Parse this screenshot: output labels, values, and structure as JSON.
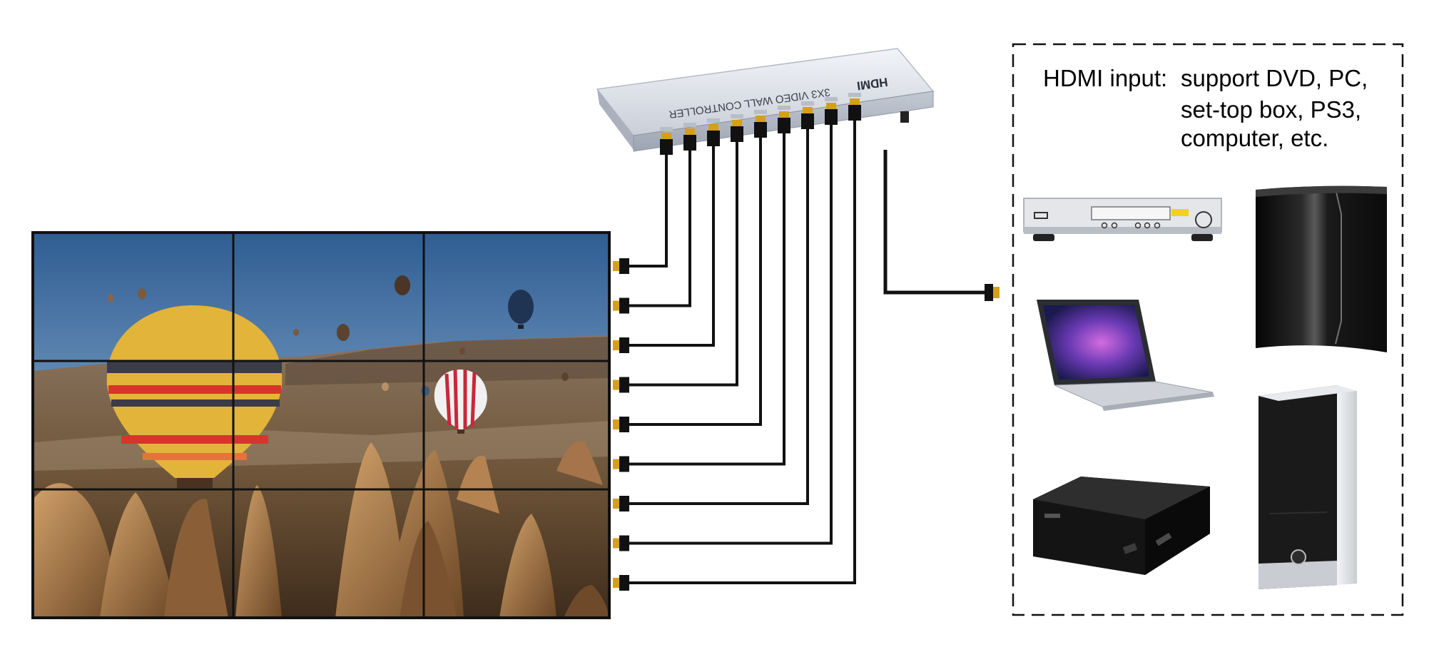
{
  "controller": {
    "device_name": "3X3 VIDEO WALL CONTROLLER",
    "brand": "HDMI",
    "output_port_count": 9
  },
  "video_wall": {
    "rows": 3,
    "columns": 3,
    "picture": "hot-air-balloons-over-rock-formations"
  },
  "input_panel": {
    "label": "HDMI input:",
    "description_lines": [
      "support DVD, PC,",
      "set-top box, PS3,",
      "computer, etc."
    ],
    "devices": [
      {
        "name": "dvd-player-icon"
      },
      {
        "name": "ps3-console-icon"
      },
      {
        "name": "laptop-icon"
      },
      {
        "name": "set-top-box-icon"
      },
      {
        "name": "desktop-computer-icon"
      }
    ]
  },
  "colors": {
    "cable": "#111111",
    "connector_gold": "#d4a017",
    "controller_body": "#d8dce4",
    "frame": "#111111"
  }
}
